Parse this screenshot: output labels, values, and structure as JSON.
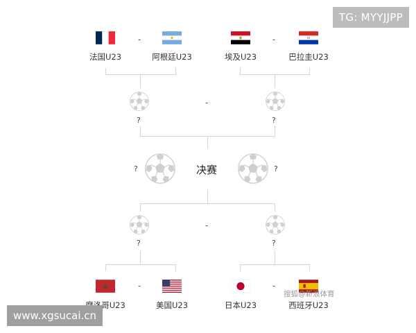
{
  "watermarks": {
    "telegram": "TG: MYYJJPP",
    "site": "www.xgsucai.cn",
    "source": "搜狐@新浪体育"
  },
  "separator": "-",
  "unknown": "?",
  "final_label": "决赛",
  "top_bracket": {
    "left_match": {
      "team_a": {
        "name": "法国U23",
        "flag": "france-flag"
      },
      "team_b": {
        "name": "阿根廷U23",
        "flag": "argentina-flag"
      }
    },
    "right_match": {
      "team_a": {
        "name": "埃及U23",
        "flag": "egypt-flag"
      },
      "team_b": {
        "name": "巴拉圭U23",
        "flag": "paraguay-flag"
      }
    }
  },
  "bottom_bracket": {
    "left_match": {
      "team_a": {
        "name": "摩洛哥U23",
        "flag": "morocco-flag"
      },
      "team_b": {
        "name": "美国U23",
        "flag": "usa-flag"
      }
    },
    "right_match": {
      "team_a": {
        "name": "日本U23",
        "flag": "japan-flag"
      },
      "team_b": {
        "name": "西班牙U23",
        "flag": "spain-flag"
      }
    }
  },
  "colors": {
    "connector": "#d6d6d6",
    "ball": "#cfcfcf",
    "france_blue": "#002654",
    "france_red": "#ED2939",
    "argentina_blue": "#74ACDF",
    "egypt_red": "#CE1126",
    "paraguay_red": "#D52B1E",
    "paraguay_blue": "#0038A8",
    "morocco_red": "#C1272D",
    "usa_red": "#B22234",
    "usa_blue": "#3C3B6E",
    "japan_red": "#BC002D",
    "spain_red": "#AA151B",
    "spain_yellow": "#F1BF00"
  }
}
